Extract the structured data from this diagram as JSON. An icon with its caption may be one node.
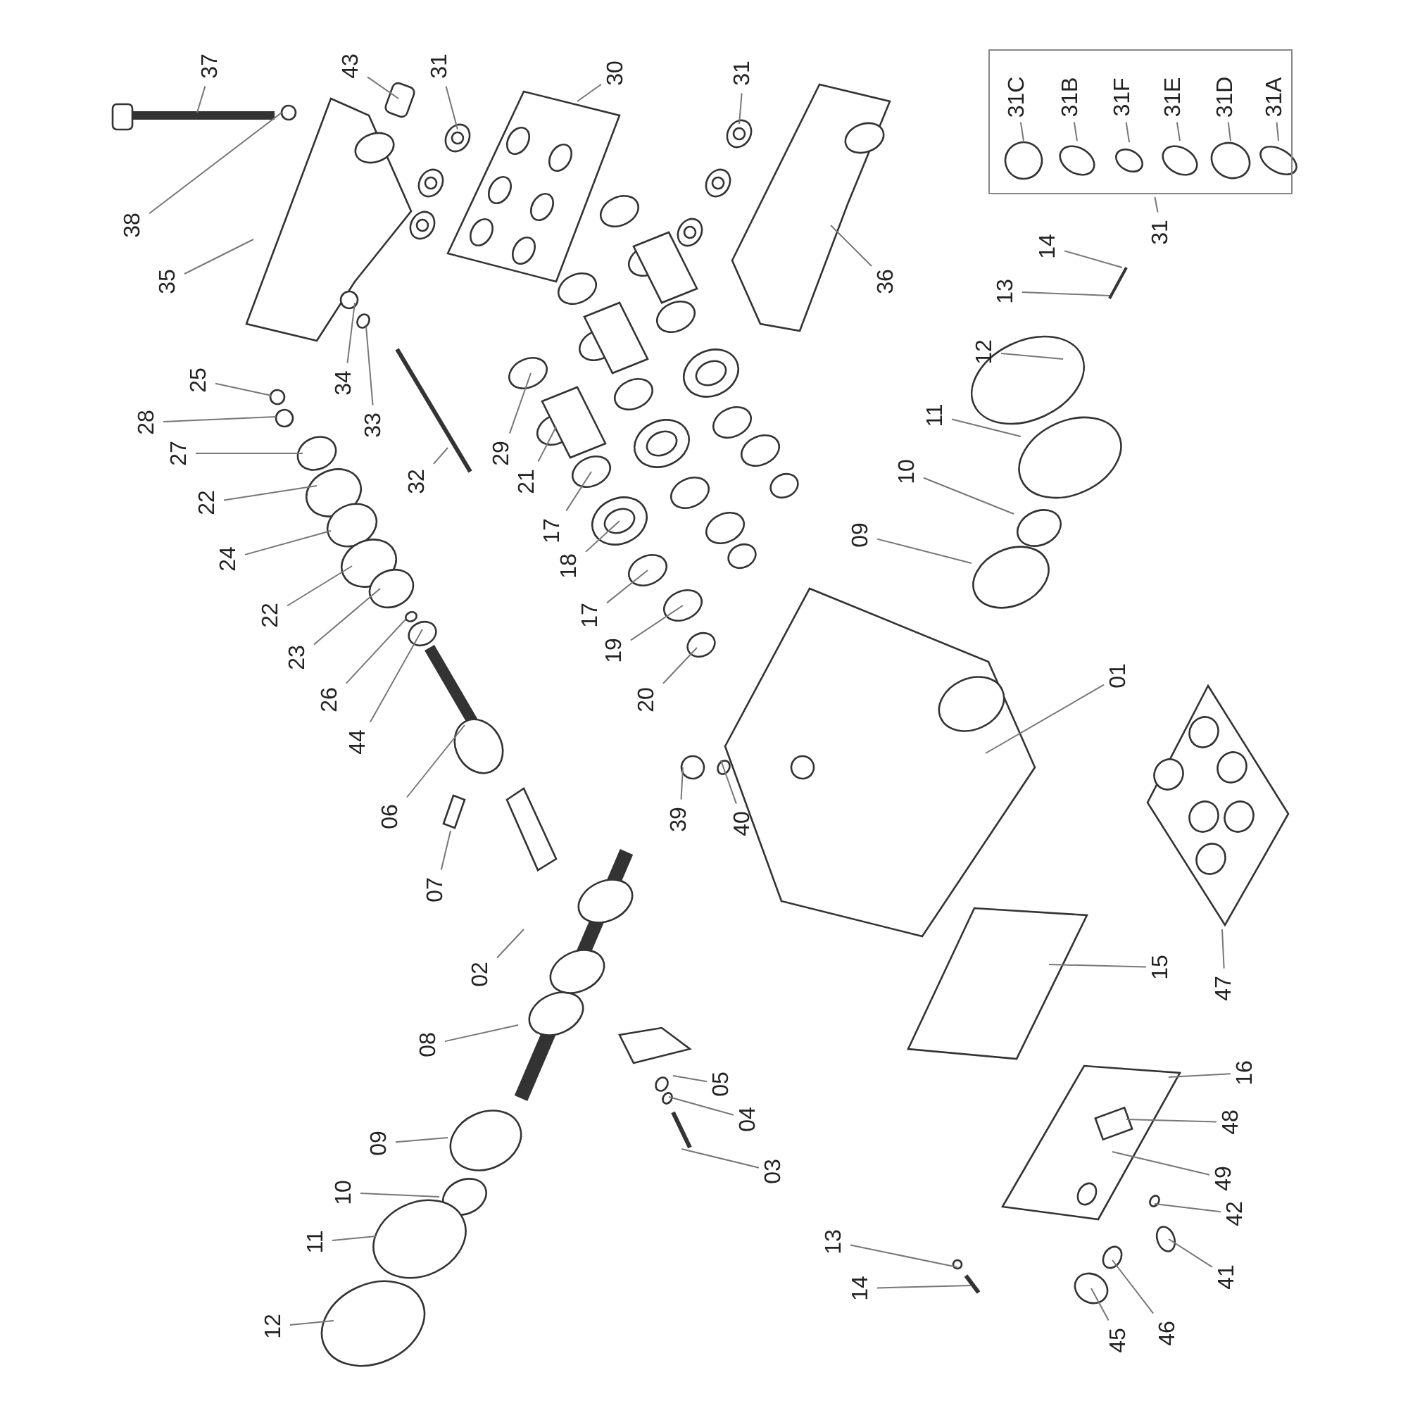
{
  "diagram": {
    "nodes": [
      {
        "text": [
          "37"
        ]
      },
      {
        "text": [
          "43"
        ]
      },
      {
        "text": [
          "31"
        ]
      },
      {
        "text": [
          "30"
        ]
      },
      {
        "text": [
          "31"
        ]
      },
      {
        "text": [],
        "shape": "box"
      },
      {
        "text": [
          "31C"
        ],
        "in": 5
      },
      {
        "text": [
          "31B"
        ],
        "in": 5
      },
      {
        "text": [
          "31F"
        ],
        "in": 5
      },
      {
        "text": [
          "31E"
        ],
        "in": 5
      },
      {
        "text": [
          "31D"
        ],
        "in": 5
      },
      {
        "text": [
          "31A"
        ],
        "in": 5
      },
      {
        "text": [
          "38"
        ]
      },
      {
        "text": [
          "35"
        ]
      },
      {
        "text": [
          "31"
        ]
      },
      {
        "text": [
          "36"
        ]
      },
      {
        "text": [
          "14"
        ]
      },
      {
        "text": [
          "13"
        ]
      },
      {
        "text": [
          "34"
        ]
      },
      {
        "text": [
          "25"
        ]
      },
      {
        "text": [
          "33"
        ]
      },
      {
        "text": [
          "12"
        ]
      },
      {
        "text": [
          "28"
        ]
      },
      {
        "text": [
          "11"
        ]
      },
      {
        "text": [
          "27"
        ]
      },
      {
        "text": [
          "32"
        ]
      },
      {
        "text": [
          "29"
        ]
      },
      {
        "text": [
          "21"
        ]
      },
      {
        "text": [
          "22"
        ]
      },
      {
        "text": [
          "10"
        ]
      },
      {
        "text": [
          "17"
        ]
      },
      {
        "text": [
          "24"
        ]
      },
      {
        "text": [
          "18"
        ]
      },
      {
        "text": [
          "09"
        ]
      },
      {
        "text": [
          "22"
        ]
      },
      {
        "text": [
          "17"
        ]
      },
      {
        "text": [
          "19"
        ]
      },
      {
        "text": [
          "23"
        ]
      },
      {
        "text": [
          "01"
        ]
      },
      {
        "text": [
          "20"
        ]
      },
      {
        "text": [
          "26"
        ]
      },
      {
        "text": [
          "44"
        ]
      },
      {
        "text": [
          "06"
        ]
      },
      {
        "text": [
          "39"
        ]
      },
      {
        "text": [
          "40"
        ]
      },
      {
        "text": [
          "07"
        ]
      },
      {
        "text": [
          "15"
        ]
      },
      {
        "text": [
          "02"
        ]
      },
      {
        "text": [
          "47"
        ]
      },
      {
        "text": [
          "08"
        ]
      },
      {
        "text": [
          "16"
        ]
      },
      {
        "text": [
          "05"
        ]
      },
      {
        "text": [
          "04"
        ]
      },
      {
        "text": [
          "48"
        ]
      },
      {
        "text": [
          "09"
        ]
      },
      {
        "text": [
          "03"
        ]
      },
      {
        "text": [
          "49"
        ]
      },
      {
        "text": [
          "10"
        ]
      },
      {
        "text": [
          "42"
        ]
      },
      {
        "text": [
          "11"
        ]
      },
      {
        "text": [
          "13"
        ]
      },
      {
        "text": [
          "41"
        ]
      },
      {
        "text": [
          "14"
        ]
      },
      {
        "text": [
          "12"
        ]
      },
      {
        "text": [
          "45"
        ]
      },
      {
        "text": [
          "46"
        ]
      }
    ],
    "edges": [
      {
        "from": 0,
        "to": null,
        "arrow": "none"
      },
      {
        "from": 1,
        "to": null,
        "arrow": "none"
      },
      {
        "from": 2,
        "to": null,
        "arrow": "none"
      },
      {
        "from": 3,
        "to": null,
        "arrow": "none"
      },
      {
        "from": 4,
        "to": null,
        "arrow": "none"
      },
      {
        "from": 6,
        "to": null,
        "arrow": "none"
      },
      {
        "from": 7,
        "to": null,
        "arrow": "none"
      },
      {
        "from": 8,
        "to": null,
        "arrow": "none"
      },
      {
        "from": 9,
        "to": null,
        "arrow": "none"
      },
      {
        "from": 10,
        "to": null,
        "arrow": "none"
      },
      {
        "from": 11,
        "to": null,
        "arrow": "none"
      },
      {
        "from": 12,
        "to": null,
        "arrow": "none"
      },
      {
        "from": 13,
        "to": null,
        "arrow": "none"
      },
      {
        "from": 14,
        "to": 5,
        "arrow": "none"
      },
      {
        "from": 15,
        "to": null,
        "arrow": "none"
      },
      {
        "from": 16,
        "to": null,
        "arrow": "none"
      },
      {
        "from": 17,
        "to": null,
        "arrow": "none"
      },
      {
        "from": 18,
        "to": null,
        "arrow": "none"
      },
      {
        "from": 19,
        "to": null,
        "arrow": "none"
      },
      {
        "from": 20,
        "to": null,
        "arrow": "none"
      },
      {
        "from": 21,
        "to": null,
        "arrow": "none"
      },
      {
        "from": 22,
        "to": null,
        "arrow": "none"
      },
      {
        "from": 23,
        "to": null,
        "arrow": "none"
      },
      {
        "from": 24,
        "to": null,
        "arrow": "none"
      },
      {
        "from": 25,
        "to": null,
        "arrow": "none"
      },
      {
        "from": 26,
        "to": null,
        "arrow": "none"
      },
      {
        "from": 27,
        "to": null,
        "arrow": "none"
      },
      {
        "from": 28,
        "to": null,
        "arrow": "none"
      },
      {
        "from": 29,
        "to": null,
        "arrow": "none"
      },
      {
        "from": 30,
        "to": null,
        "arrow": "none"
      },
      {
        "from": 31,
        "to": null,
        "arrow": "none"
      },
      {
        "from": 32,
        "to": null,
        "arrow": "none"
      },
      {
        "from": 33,
        "to": null,
        "arrow": "none"
      },
      {
        "from": 34,
        "to": null,
        "arrow": "none"
      },
      {
        "from": 35,
        "to": null,
        "arrow": "none"
      },
      {
        "from": 36,
        "to": null,
        "arrow": "none"
      },
      {
        "from": 37,
        "to": null,
        "arrow": "none"
      },
      {
        "from": 38,
        "to": null,
        "arrow": "none"
      },
      {
        "from": 39,
        "to": null,
        "arrow": "none"
      },
      {
        "from": 40,
        "to": null,
        "arrow": "none"
      },
      {
        "from": 41,
        "to": null,
        "arrow": "none"
      },
      {
        "from": 42,
        "to": null,
        "arrow": "none"
      },
      {
        "from": 43,
        "to": null,
        "arrow": "none"
      },
      {
        "from": 44,
        "to": null,
        "arrow": "none"
      },
      {
        "from": 45,
        "to": null,
        "arrow": "none"
      },
      {
        "from": 46,
        "to": null,
        "arrow": "none"
      },
      {
        "from": 47,
        "to": null,
        "arrow": "none"
      },
      {
        "from": 48,
        "to": null,
        "arrow": "none"
      },
      {
        "from": 49,
        "to": null,
        "arrow": "none"
      },
      {
        "from": 50,
        "to": null,
        "arrow": "none"
      },
      {
        "from": 51,
        "to": null,
        "arrow": "none"
      },
      {
        "from": 52,
        "to": null,
        "arrow": "none"
      },
      {
        "from": 53,
        "to": null,
        "arrow": "none"
      },
      {
        "from": 54,
        "to": null,
        "arrow": "none"
      },
      {
        "from": 55,
        "to": null,
        "arrow": "none"
      },
      {
        "from": 56,
        "to": null,
        "arrow": "none"
      },
      {
        "from": 57,
        "to": null,
        "arrow": "none"
      },
      {
        "from": 58,
        "to": null,
        "arrow": "none"
      },
      {
        "from": 59,
        "to": null,
        "arrow": "none"
      },
      {
        "from": 60,
        "to": null,
        "arrow": "none"
      },
      {
        "from": 61,
        "to": null,
        "arrow": "none"
      },
      {
        "from": 62,
        "to": null,
        "arrow": "none"
      },
      {
        "from": 63,
        "to": null,
        "arrow": "none"
      },
      {
        "from": 64,
        "to": null,
        "arrow": "none"
      },
      {
        "from": 65,
        "to": null,
        "arrow": "none"
      }
    ]
  }
}
